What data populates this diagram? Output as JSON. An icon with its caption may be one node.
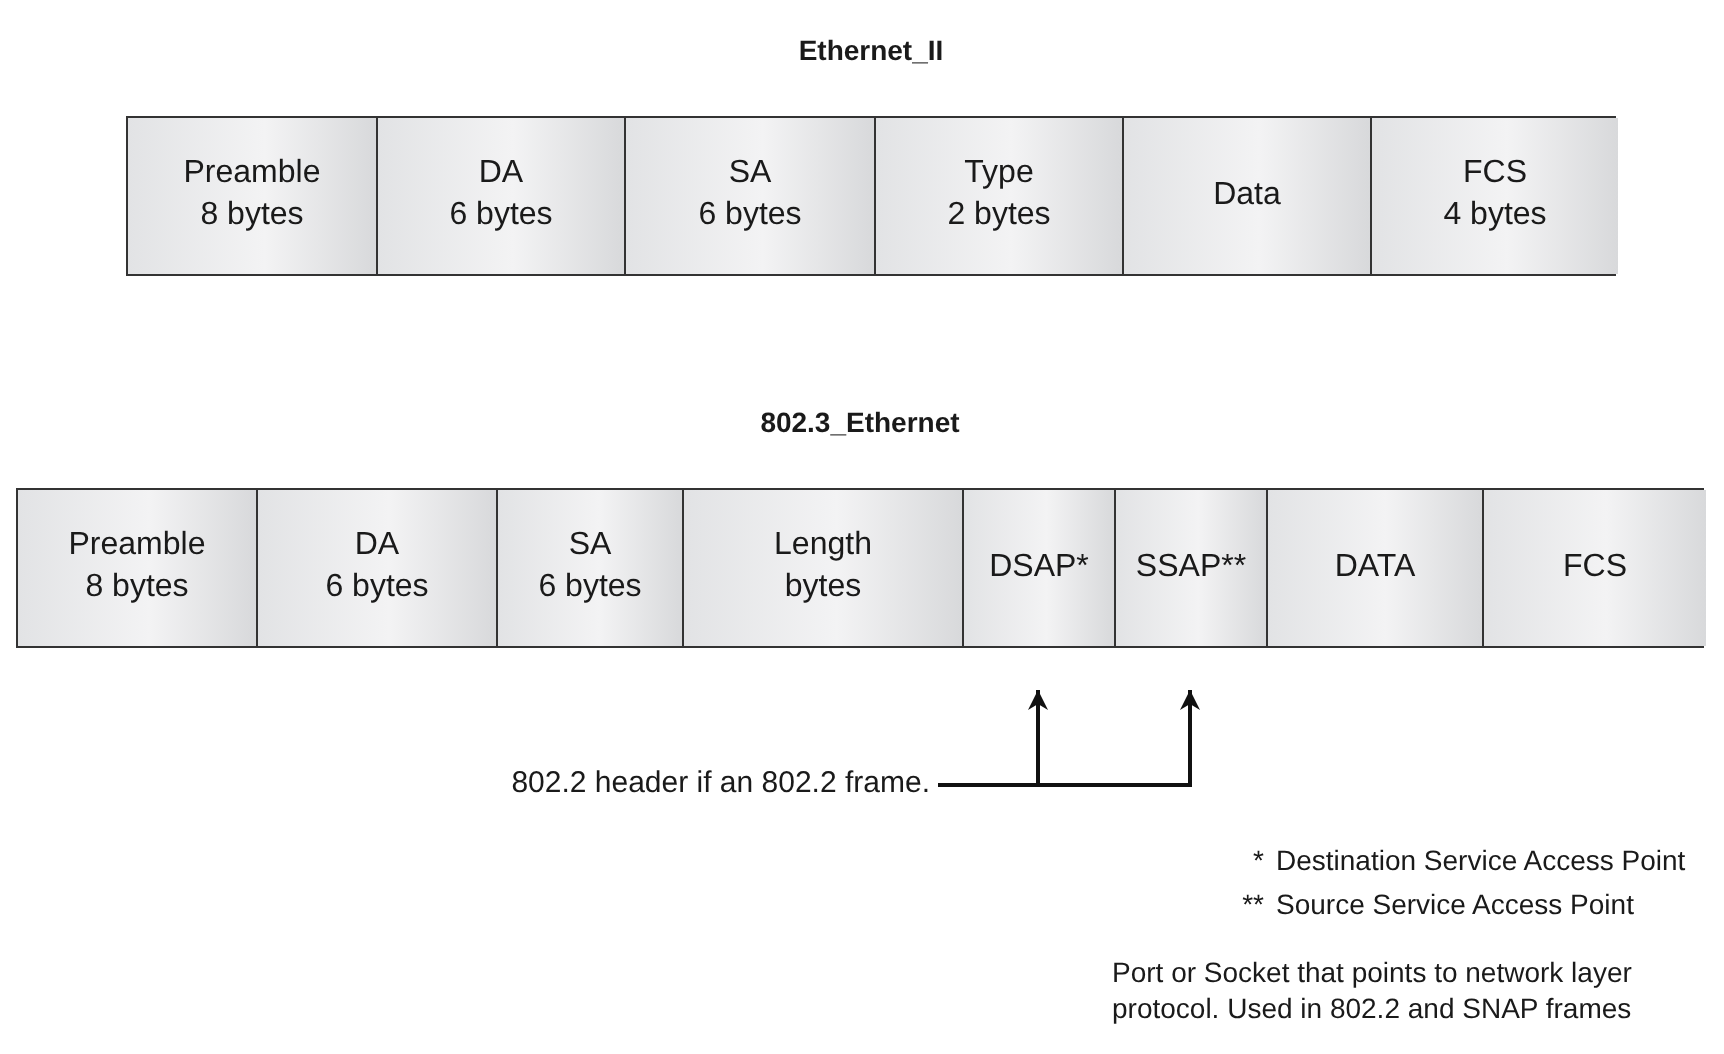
{
  "diagram": {
    "nodes": [
      {
        "text": [
          "Ethernet_II"
        ]
      },
      {
        "text": [
          "Preamble",
          "8 bytes"
        ],
        "in": 0
      },
      {
        "text": [
          "DA",
          "6 bytes"
        ],
        "in": 0
      },
      {
        "text": [
          "SA",
          "6 bytes"
        ],
        "in": 0
      },
      {
        "text": [
          "Type",
          "2 bytes"
        ],
        "in": 0
      },
      {
        "text": [
          "Data"
        ],
        "in": 0
      },
      {
        "text": [
          "FCS",
          "4 bytes"
        ],
        "in": 0
      },
      {
        "text": [
          "802.3_Ethernet"
        ]
      },
      {
        "text": [
          "Preamble",
          "8 bytes"
        ],
        "in": 7
      },
      {
        "text": [
          "DA",
          "6 bytes"
        ],
        "in": 7
      },
      {
        "text": [
          "SA",
          "6 bytes"
        ],
        "in": 7
      },
      {
        "text": [
          "Length",
          "bytes"
        ],
        "in": 7
      },
      {
        "text": [
          "DSAP*"
        ],
        "in": 7
      },
      {
        "text": [
          "SSAP**"
        ],
        "in": 7
      },
      {
        "text": [
          "DATA"
        ],
        "in": 7
      },
      {
        "text": [
          "FCS"
        ],
        "in": 7
      },
      {
        "text": [
          "802.2 header if an 802.2 frame."
        ]
      }
    ],
    "edges": [
      {
        "from": 16,
        "to": 12,
        "arrow": "to"
      },
      {
        "from": 16,
        "to": 13,
        "arrow": "to"
      }
    ],
    "labels": [
      "*",
      "Destination Service Access Point",
      "**",
      "Source Service Access Point",
      "Port or Socket that points to network layer protocol. Used in 802.2 and SNAP frames"
    ]
  }
}
